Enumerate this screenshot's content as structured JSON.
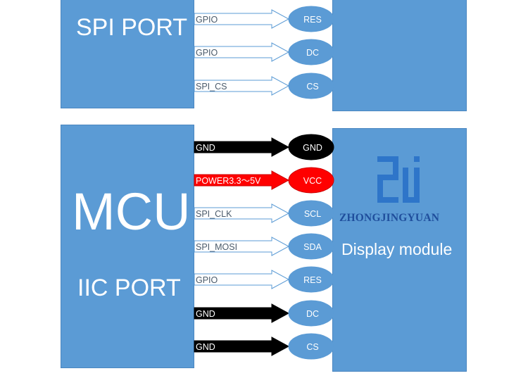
{
  "blocks": {
    "spi_port_label": "SPI PORT",
    "mcu_label": "MCU",
    "iic_port_label": "IIC PORT",
    "display_label": "Display module",
    "logo_text": "ZHONGJINGYUAN"
  },
  "colors": {
    "block_fill": "#5b9bd5",
    "pin_fill": "#5b9bd5",
    "gnd_fill": "#000000",
    "vcc_fill": "#ff0000",
    "logo_blue": "#1f4e9c"
  },
  "spi_connections": [
    {
      "signal": "GPIO",
      "pin": "RES",
      "style": "normal"
    },
    {
      "signal": "GPIO",
      "pin": "DC",
      "style": "normal"
    },
    {
      "signal": "SPI_CS",
      "pin": "CS",
      "style": "normal"
    }
  ],
  "iic_connections": [
    {
      "signal": "GND",
      "pin": "GND",
      "style": "ground"
    },
    {
      "signal": "POWER3.3～5V",
      "pin": "VCC",
      "style": "power"
    },
    {
      "signal": "SPI_CLK",
      "pin": "SCL",
      "style": "normal"
    },
    {
      "signal": "SPI_MOSI",
      "pin": "SDA",
      "style": "normal"
    },
    {
      "signal": "GPIO",
      "pin": "RES",
      "style": "normal"
    },
    {
      "signal": "GND",
      "pin": "DC",
      "style": "ground_arrow"
    },
    {
      "signal": "GND",
      "pin": "CS",
      "style": "ground_arrow"
    }
  ]
}
